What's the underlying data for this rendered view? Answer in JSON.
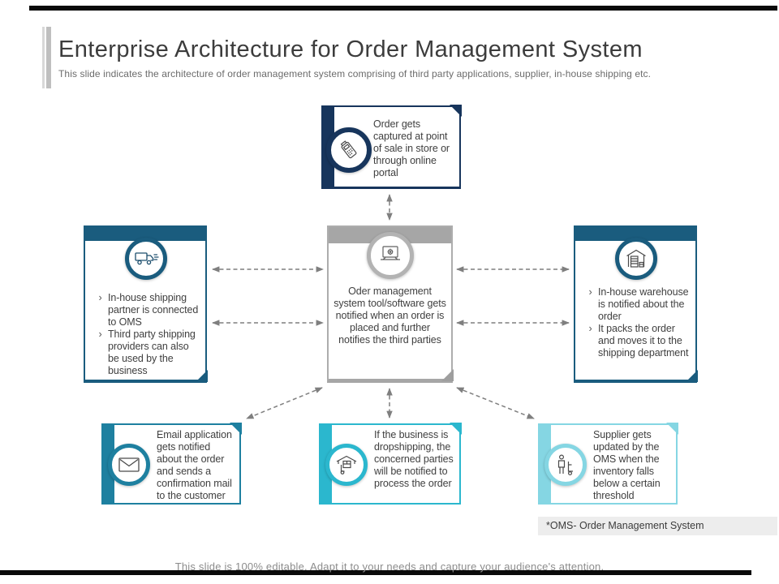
{
  "slide": {
    "title": "Enterprise Architecture for Order Management System",
    "subtitle": "This slide indicates the architecture of order management system comprising of third party applications, supplier, in-house shipping etc.",
    "footnote": "*OMS- Order Management System",
    "footer": "This slide is 100% editable. Adapt it to your needs and capture your audience's attention."
  },
  "glyphs": {
    "bullet": "›"
  },
  "colors": {
    "navy": "#17355C",
    "steel_blue": "#1A5C7E",
    "teal": "#1E80A0",
    "cyan": "#2BB7CE",
    "light_cyan": "#85D6E3",
    "gray_header": "#A6A6A6",
    "arrow": "#7F7F7F",
    "body_text": "#3F3F3F"
  },
  "boxes": {
    "top": {
      "icon": "pos-terminal-icon",
      "text": "Order gets captured at point of sale in store or through online portal"
    },
    "center": {
      "icon": "laptop-gear-icon",
      "text": "Oder management system tool/software gets notified when an order is placed and further notifies the third parties"
    },
    "left": {
      "icon": "delivery-truck-icon",
      "bullets": [
        "In-house shipping partner is connected to OMS",
        "Third party shipping providers can also be used by the business"
      ]
    },
    "right": {
      "icon": "warehouse-icon",
      "bullets": [
        "In-house warehouse is notified about the order",
        "It packs the order and moves it to the shipping department"
      ]
    },
    "bottom_left": {
      "icon": "envelope-icon",
      "text": "Email application gets notified about the order and sends a confirmation mail to the customer"
    },
    "bottom_center": {
      "icon": "dropshipping-icon",
      "text": "If the business is dropshipping, the concerned parties will be notified to process the order"
    },
    "bottom_right": {
      "icon": "supplier-trolley-icon",
      "text": "Supplier gets updated by the OMS when the inventory falls below a certain threshold"
    }
  }
}
